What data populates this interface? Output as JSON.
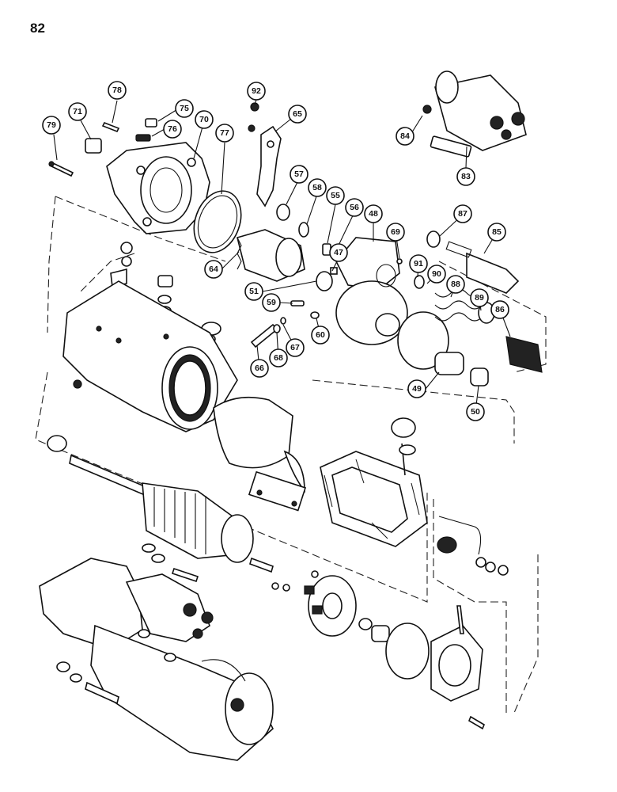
{
  "page": {
    "number": "82"
  },
  "callouts": [
    "78",
    "75",
    "70",
    "71",
    "76",
    "79",
    "77",
    "92",
    "65",
    "84",
    "83",
    "57",
    "58",
    "55",
    "56",
    "48",
    "87",
    "85",
    "64",
    "51",
    "47",
    "91",
    "90",
    "88",
    "89",
    "86",
    "59",
    "69",
    "60",
    "66",
    "68",
    "67",
    "49",
    "50"
  ]
}
